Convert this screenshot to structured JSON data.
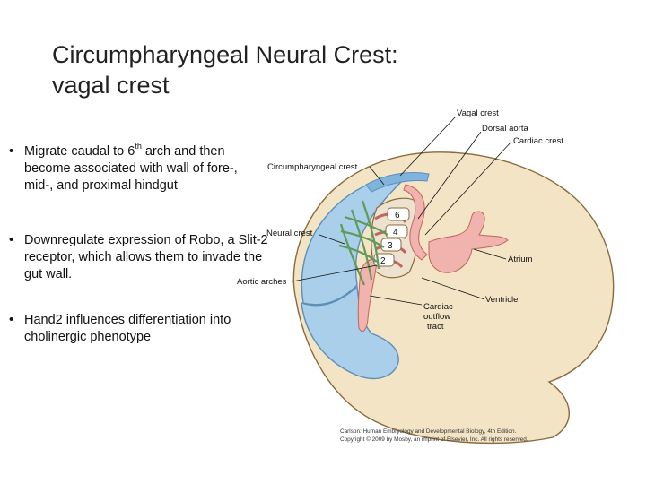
{
  "title": {
    "line1": "Circumpharyngeal Neural Crest:",
    "line2": "vagal crest"
  },
  "bullets": [
    {
      "pre": "Migrate caudal to 6",
      "sup": "th",
      "post": " arch and then become associated with wall of fore-, mid-, and proximal hindgut"
    },
    {
      "text": "Downregulate expression of Robo, a Slit-2 receptor, which allows them to invade the gut wall."
    },
    {
      "text": "Hand2 influences differentiation into cholinergic phenotype"
    }
  ],
  "diagram": {
    "labels": {
      "vagal_crest": "Vagal crest",
      "dorsal_aorta": "Dorsal aorta",
      "cardiac_crest": "Cardiac crest",
      "circumpharyngeal_crest": "Circumpharyngeal crest",
      "neural_crest": "Neural crest",
      "aortic_arches": "Aortic arches",
      "atrium": "Atrium",
      "ventricle": "Ventricle",
      "cardiac_outflow_tract_1": "Cardiac",
      "cardiac_outflow_tract_2": "outflow",
      "cardiac_outflow_tract_3": "tract"
    },
    "arch_numbers": [
      "6",
      "4",
      "3",
      "2"
    ],
    "colors": {
      "embryo": "#f3e4c6",
      "embryo_outline": "#8a6a3a",
      "neural_tube": "#a9cfea",
      "neural_tube_dark": "#5d8fb8",
      "crest_streams": "#5f9a58",
      "arteries": "#f0b3ad",
      "arteries_outline": "#c2655e"
    }
  },
  "credit": {
    "line1": "Carlson: Human Embryology and Developmental Biology, 4th Edition.",
    "line2": "Copyright © 2009 by Mosby, an imprint of Elsevier, Inc. All rights reserved."
  }
}
